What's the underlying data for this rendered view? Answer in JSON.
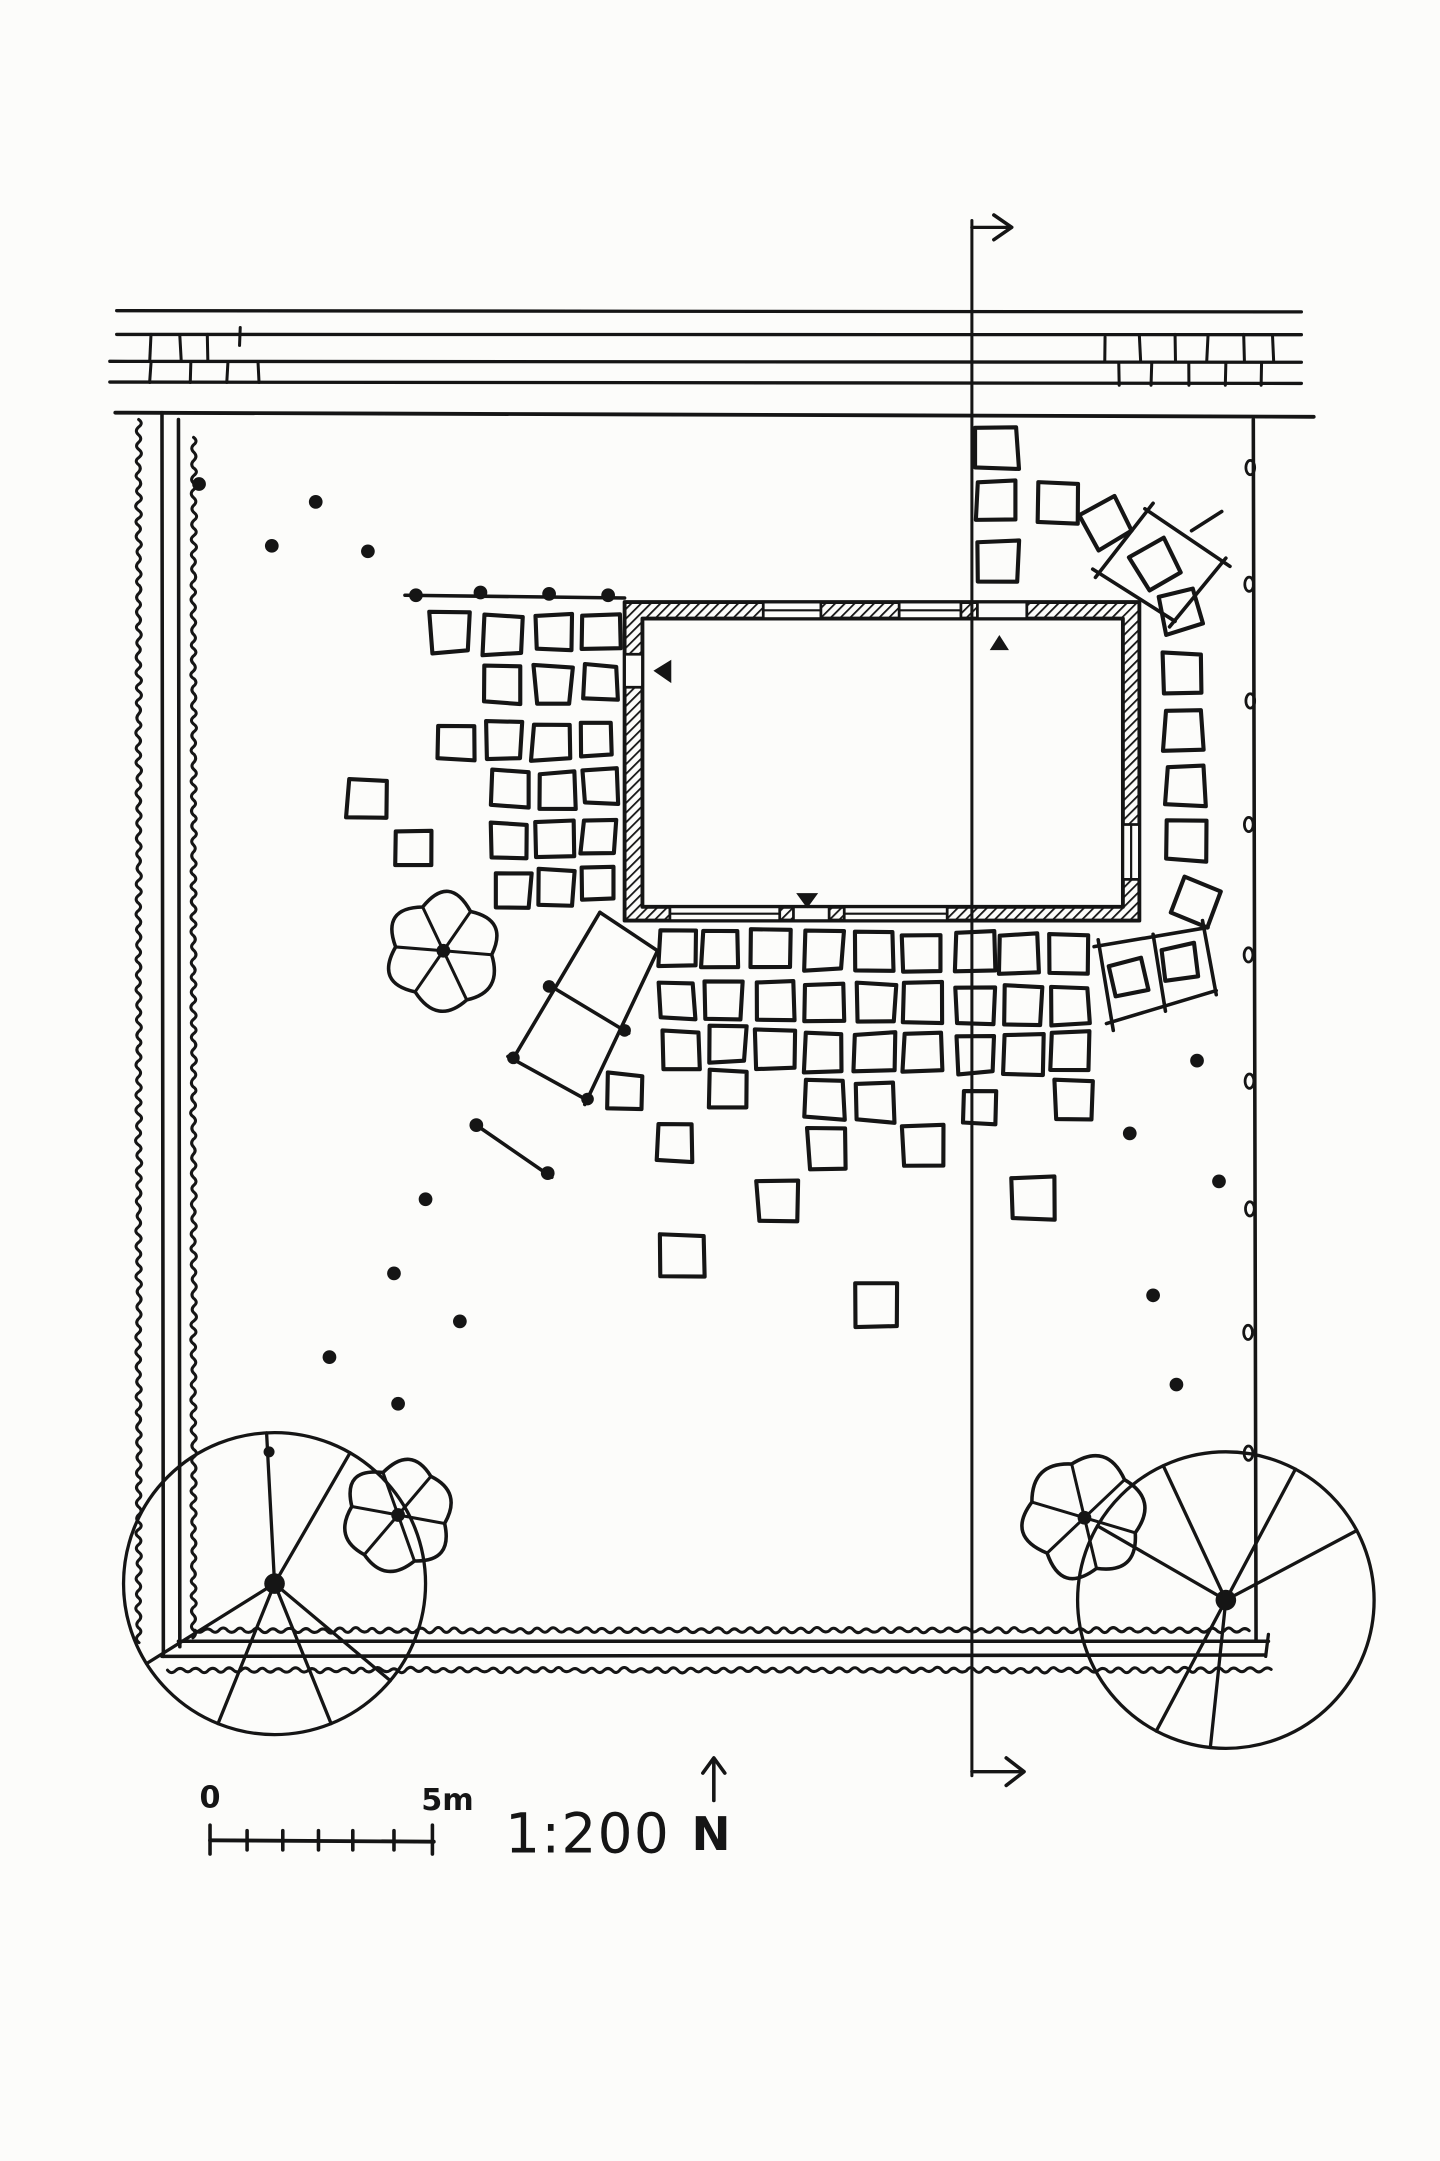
{
  "scale_bar": {
    "start_label": "0",
    "end_label": "5m"
  },
  "scale_ratio": "1:200",
  "north_arrow": {
    "label": "N"
  },
  "colors": {
    "ink": "#151515",
    "paper": "#fcfcfa"
  }
}
